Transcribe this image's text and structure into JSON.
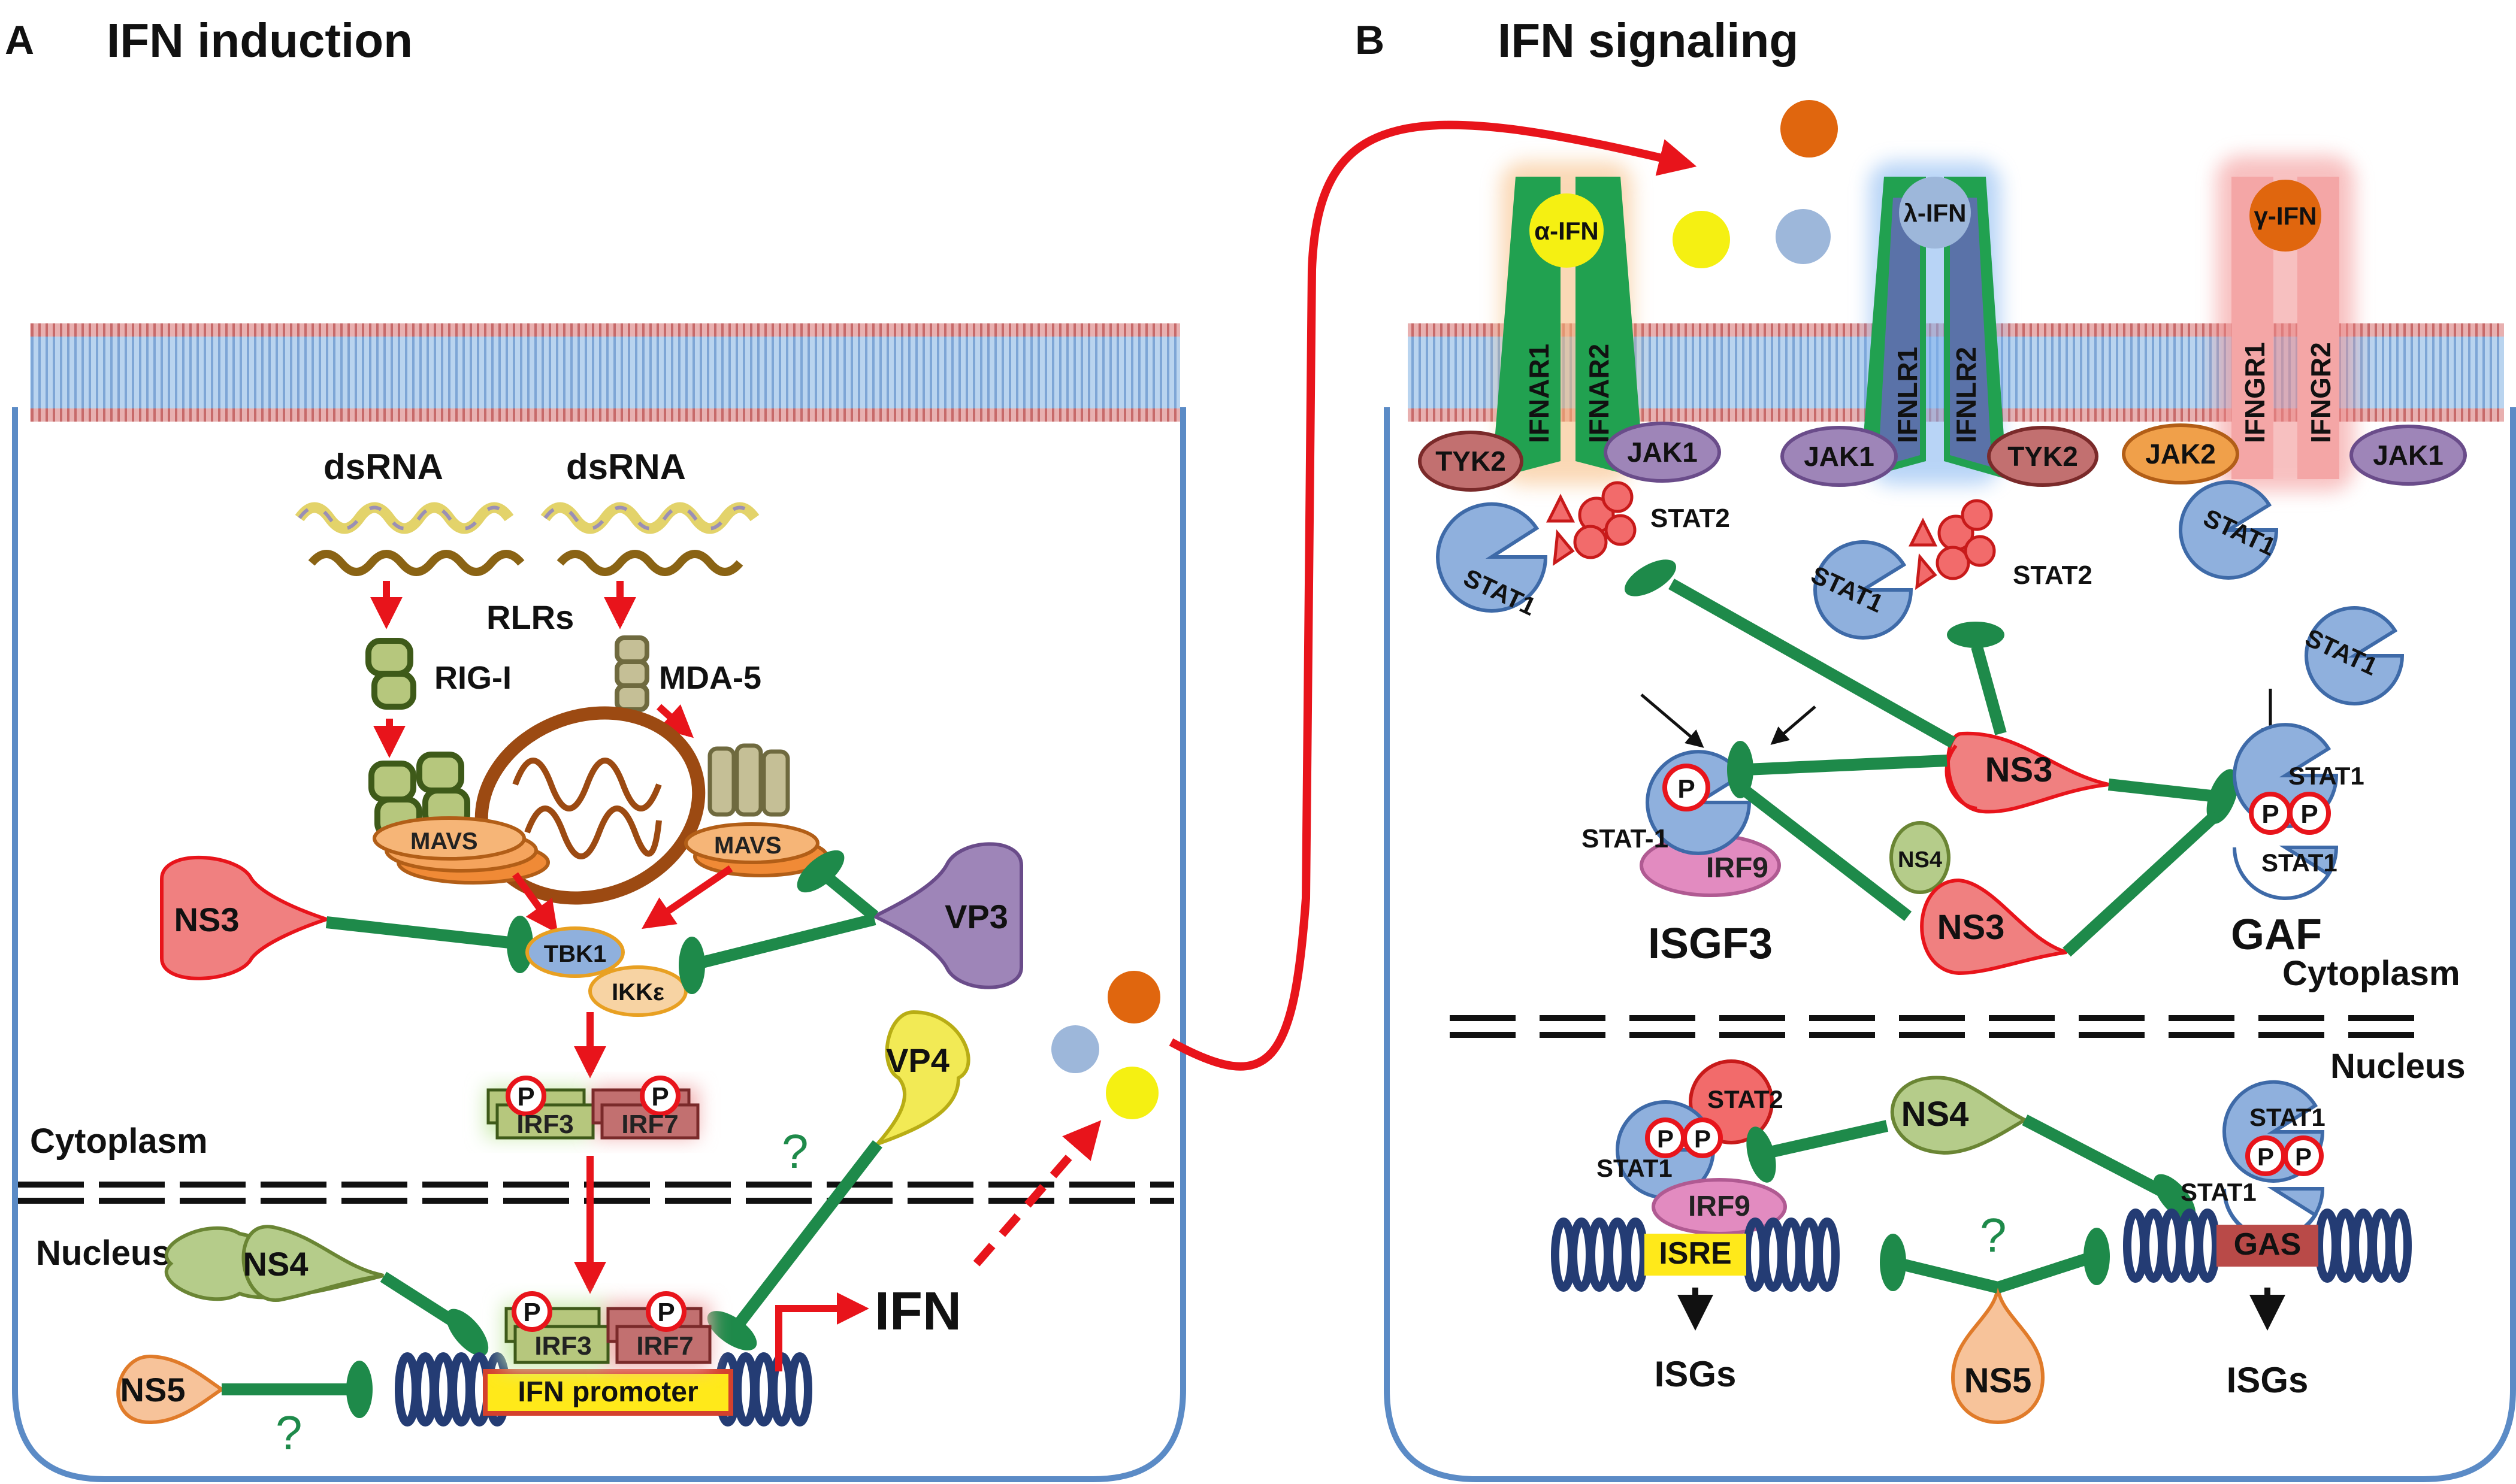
{
  "panel_a": {
    "letter": "A",
    "title": "IFN induction",
    "dsrna_1": "dsRNA",
    "dsrna_2": "dsRNA",
    "rlrs": "RLRs",
    "rig_i": "RIG-I",
    "mda5": "MDA-5",
    "mavs_1": "MAVS",
    "mavs_2": "MAVS",
    "tbk1": "TBK1",
    "ikke": "IKKε",
    "irf3": "IRF3",
    "irf7": "IRF7",
    "p": "P",
    "cytoplasm": "Cytoplasm",
    "nucleus": "Nucleus",
    "ifn_promoter": "IFN promoter",
    "ifn": "IFN",
    "question": "?",
    "ns3": "NS3",
    "vp3": "VP3",
    "vp4": "VP4",
    "ns4": "NS4",
    "ns5": "NS5"
  },
  "panel_b": {
    "letter": "B",
    "title": "IFN signaling",
    "alpha_ifn": "α-IFN",
    "lambda_ifn": "λ-IFN",
    "gamma_ifn": "γ-IFN",
    "ifnar1": "IFNAR1",
    "ifnar2": "IFNAR2",
    "ifnlr1": "IFNLR1",
    "ifnlr2": "IFNLR2",
    "ifngr1": "IFNGR1",
    "ifngr2": "IFNGR2",
    "tyk2": "TYK2",
    "jak1": "JAK1",
    "jak2": "JAK2",
    "stat1": "STAT1",
    "stat2": "STAT2",
    "stat_1": "STAT-1",
    "irf9": "IRF9",
    "isgf3": "ISGF3",
    "gaf": "GAF",
    "cytoplasm": "Cytoplasm",
    "nucleus": "Nucleus",
    "isre": "ISRE",
    "gas": "GAS",
    "isgs": "ISGs",
    "ns3": "NS3",
    "ns4": "NS4",
    "ns5": "NS5",
    "p": "P",
    "question": "?"
  },
  "colors": {
    "cell_border": "#5b8bc6",
    "membrane_blue": "#a8c8ea",
    "membrane_pink": "#d98a8a",
    "inhibit_green": "#1e8a4a",
    "activate_red": "#e8141b",
    "ns3_fill": "#f08080",
    "vp3_fill": "#9e85b8",
    "vp4_fill": "#f2ea55",
    "ns4_fill": "#b5cc8a",
    "ns5_fill": "#f7c39a",
    "alpha_ifn": "#f5f012",
    "lambda_ifn": "#9db7da",
    "gamma_ifn": "#e0660e",
    "stat1_fill": "#8fb0dd",
    "stat2_fill": "#f26b6b",
    "irf9_fill": "#e28bc0",
    "dna": "#243c74"
  }
}
